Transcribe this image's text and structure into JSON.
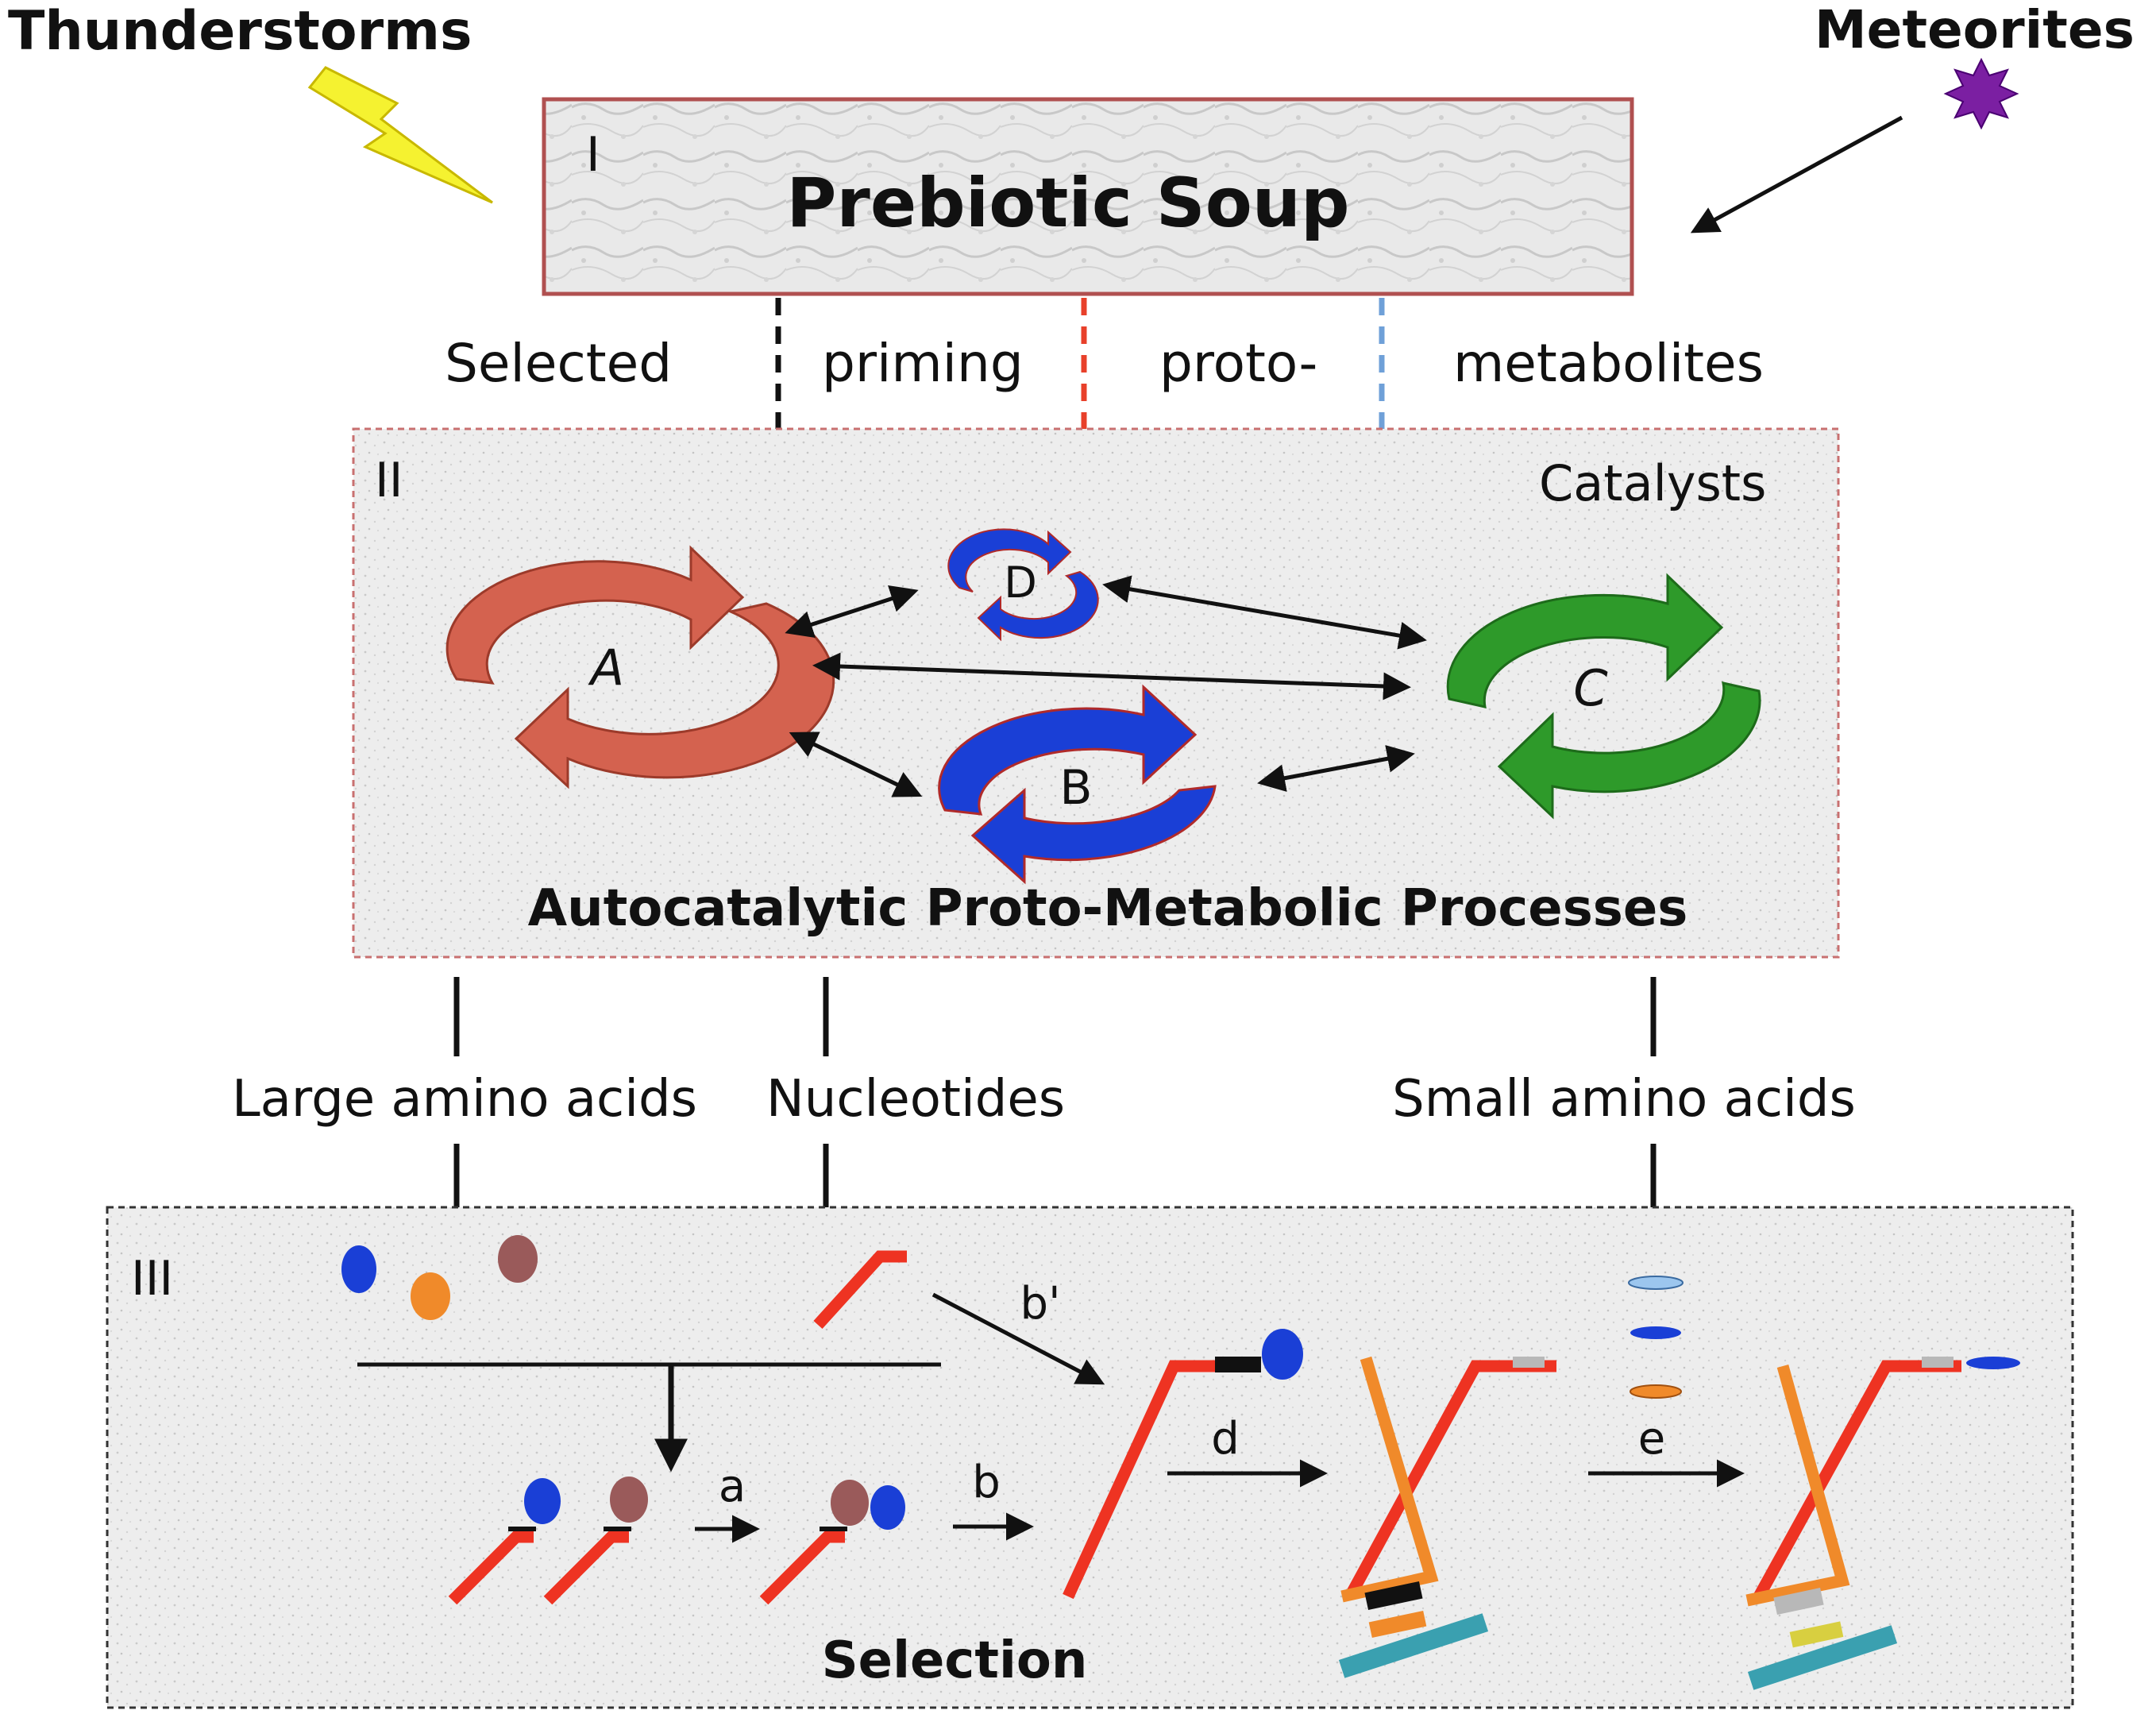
{
  "sources": {
    "thunderstorms": "Thunderstorms",
    "meteorites": "Meteorites"
  },
  "panel1": {
    "roman": "I",
    "title": "Prebiotic Soup"
  },
  "flow_words": [
    "Selected",
    "priming",
    "proto-",
    "metabolites"
  ],
  "panel2": {
    "roman": "II",
    "catalysts": "Catalysts",
    "cycles": [
      {
        "label": "A",
        "color": "#d4624f"
      },
      {
        "label": "B",
        "color": "#1a3fd6"
      },
      {
        "label": "C",
        "color": "#2e9a2a"
      },
      {
        "label": "D",
        "color": "#1a3fd6"
      }
    ],
    "caption": "Autocatalytic Proto-Metabolic Processes"
  },
  "outputs": [
    "Large amino acids",
    "Nucleotides",
    "Small amino acids"
  ],
  "panel3": {
    "roman": "III",
    "steps": [
      "a",
      "b",
      "b'",
      "d",
      "e"
    ],
    "caption": "Selection"
  },
  "colors": {
    "arrow_black": "#111111",
    "arrow_red": "#e8402a",
    "arrow_blue": "#6fa0d8",
    "box1_border": "#b05050",
    "box_dash": "#c87070",
    "strand_red": "#ee3322",
    "strand_orange": "#f08a2a",
    "base_teal": "#3aa0b0"
  }
}
